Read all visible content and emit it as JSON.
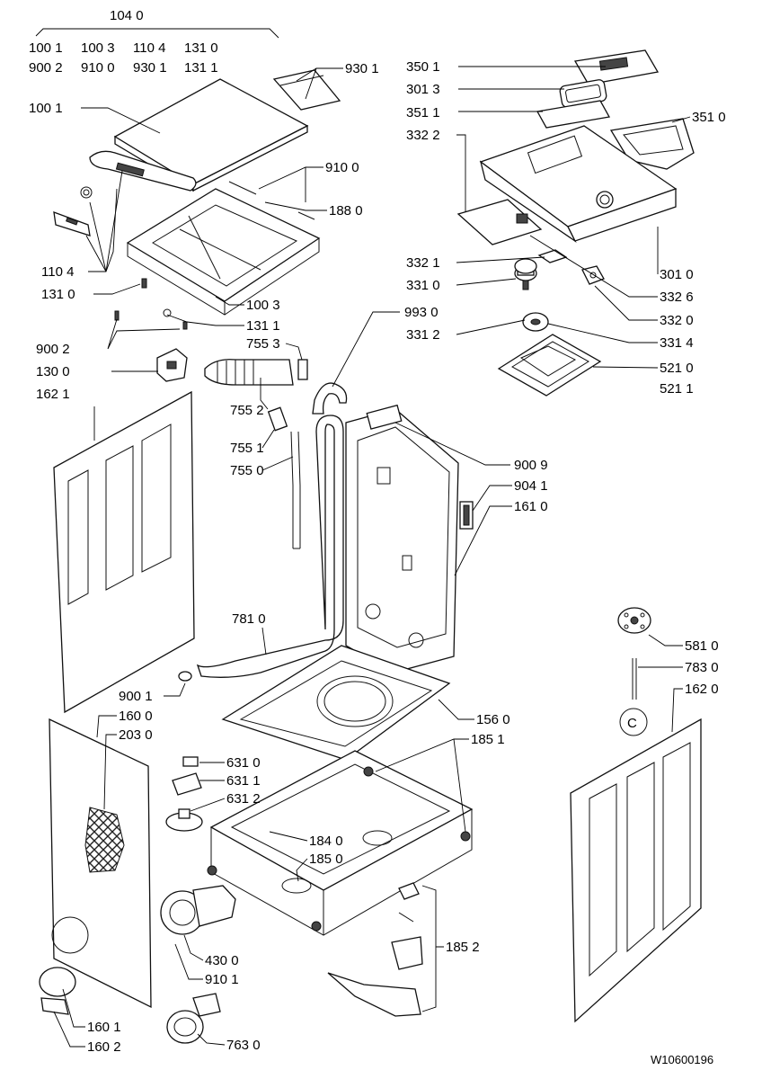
{
  "drawing_ref": "W10600196",
  "assembly_label": "104 0",
  "assembly_components": {
    "row1": [
      "100 1",
      "100 3",
      "110 4",
      "131 0"
    ],
    "row2": [
      "900 2",
      "910 0",
      "930 1",
      "131 1"
    ]
  },
  "labels": {
    "L9301": "930 1",
    "L1001": "100 1",
    "L9100": "910 0",
    "L1880": "188 0",
    "L1104": "110 4",
    "L1310": "131 0",
    "L1003": "100 3",
    "L1311": "131 1",
    "L7553": "755 3",
    "L9002": "900 2",
    "L1300": "130 0",
    "L1621": "162 1",
    "L7552": "755 2",
    "L7551": "755 1",
    "L7550": "755 0",
    "L3501": "350 1",
    "L3013": "301 3",
    "L3511": "351 1",
    "L3510": "351 0",
    "L3322": "332 2",
    "L3321": "332 1",
    "L3310": "331 0",
    "L3312": "331 2",
    "L9930": "993 0",
    "L3010": "301 0",
    "L3326": "332 6",
    "L3320": "332 0",
    "L3314": "331 4",
    "L5210": "521 0",
    "L5211": "521 1",
    "L9009": "900 9",
    "L9041": "904 1",
    "L1610": "161 0",
    "L7810": "781 0",
    "L5810": "581 0",
    "L7830": "783 0",
    "L1620": "162 0",
    "L9001": "900 1",
    "L1560": "156 0",
    "L1600": "160 0",
    "L2030": "203 0",
    "L1851": "185 1",
    "L6310": "631 0",
    "L6311": "631 1",
    "L6312": "631 2",
    "L1840": "184 0",
    "L1850": "185 0",
    "L1852": "185 2",
    "L4300": "430 0",
    "L9101": "910 1",
    "L1601": "160 1",
    "L1602": "160 2",
    "L7630": "763 0"
  },
  "symbol_c": "C"
}
